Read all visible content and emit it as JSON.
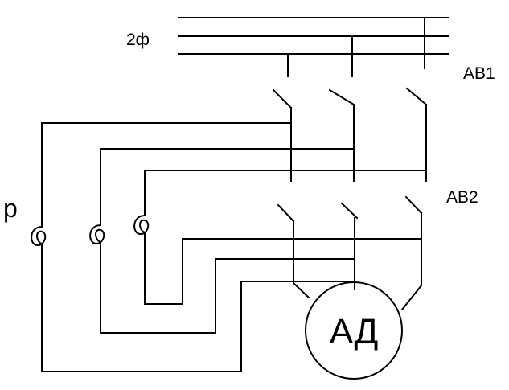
{
  "labels": {
    "supply": "2ф",
    "breaker1": "АВ1",
    "breaker2": "АВ2",
    "coil_label": "р",
    "motor": "АД"
  },
  "colors": {
    "line": "#000000",
    "background": "#ffffff"
  }
}
